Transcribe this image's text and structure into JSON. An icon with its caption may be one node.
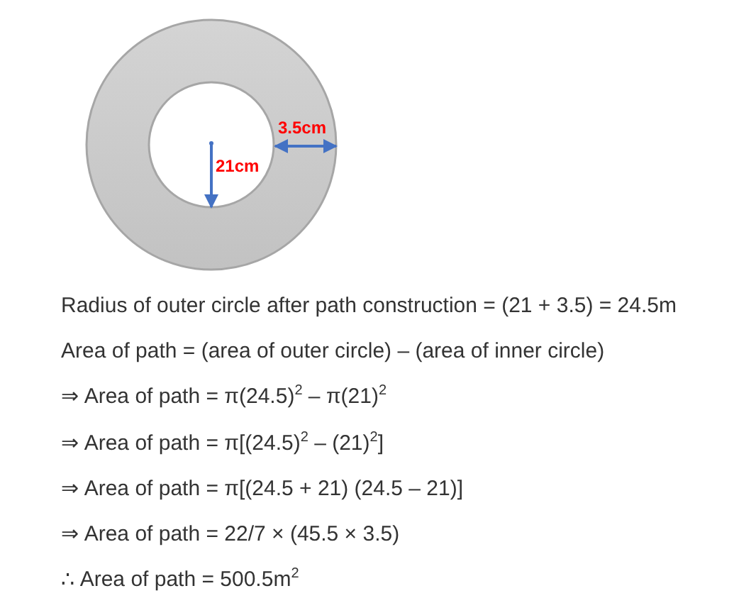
{
  "diagram": {
    "labels": [
      "3.5cm",
      "21cm",
      "Radius of outer circle after path construction = (21 + 3.5) = 24.5m",
      "Area of path = (area of outer circle) – (area of inner circle)",
      "⇒ Area of path = π(24.5)$^{2}$ – π(21)$^{2}$",
      "⇒ Area of path = π[(24.5)$^{2}$ – (21)$^{2}$]",
      "⇒ Area of path = π[(24.5 + 21) (24.5 – 21)]",
      "⇒ Area of path = 22/7 × (45.5 × 3.5)",
      "∴ Area of path = 500.5m$^{2}$"
    ]
  }
}
